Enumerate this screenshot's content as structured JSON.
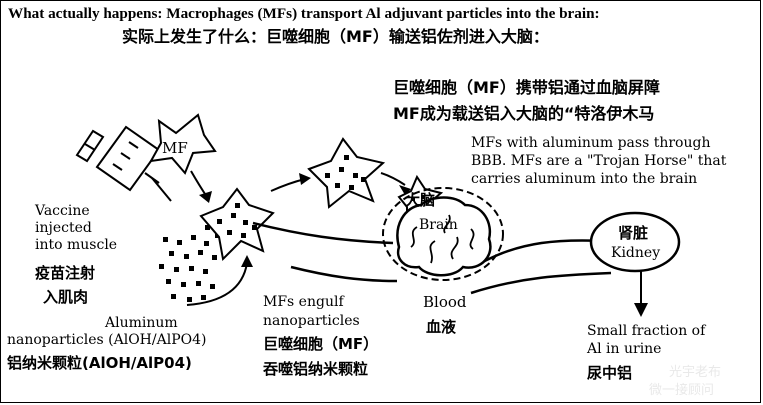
{
  "header": {
    "title_en": "What actually happens: Macrophages (MFs) transport Al adjuvant particles into the brain:",
    "title_zh": "实际上发生了什么：巨噬细胞（MF）输送铝佐剂进入大脑："
  },
  "trojan": {
    "zh_line1": "巨噬细胞（MF）携带铝通过血脑屏障",
    "zh_line2": "MF成为载送铝入大脑的“特洛伊木马",
    "en_line1": "MFs with aluminum pass through",
    "en_line2": "BBB. MFs are a \"Trojan Horse\" that",
    "en_line3": "carries aluminum into the brain"
  },
  "labels": {
    "mf": "MF",
    "vaccine_en_1": "Vaccine",
    "vaccine_en_2": "injected",
    "vaccine_en_3": "into muscle",
    "vaccine_zh_1": "疫苗注射",
    "vaccine_zh_2": "入肌肉",
    "aluminum_en_1": "Aluminum",
    "aluminum_en_2": "nanoparticles (AlOH/AlPO4)",
    "aluminum_zh": "铝纳米颗粒(AlOH/AlP04)",
    "engulf_en_1": "MFs engulf",
    "engulf_en_2": "nanoparticles",
    "engulf_zh_1": "巨噬细胞（MF）",
    "engulf_zh_2": "吞噬铝纳米颗粒",
    "brain_zh": "大脑",
    "brain_en": "Brain",
    "blood_en": "Blood",
    "blood_zh": "血液",
    "kidney_zh": "肾脏",
    "kidney_en": "Kidney",
    "urine_en_1": "Small fraction of",
    "urine_en_2": "Al in urine",
    "urine_zh": "尿中铝"
  },
  "watermark": {
    "line1": "光宇老布",
    "line2": "微一接顾问"
  }
}
